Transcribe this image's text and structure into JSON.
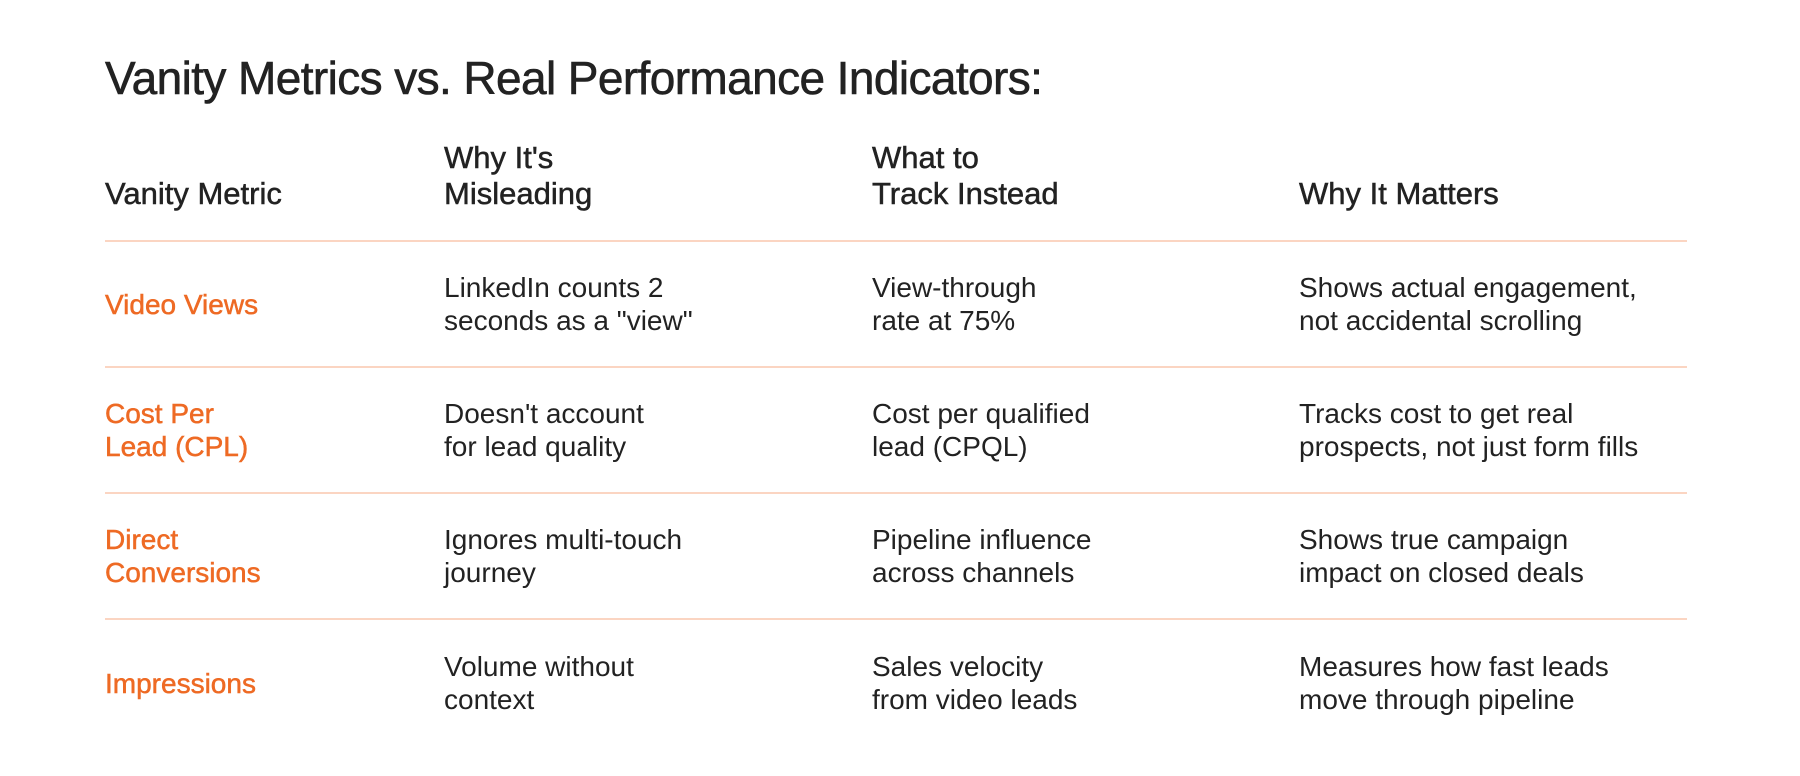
{
  "title": "Vanity Metrics vs. Real Performance Indicators:",
  "colors": {
    "accent": "#EE6A24",
    "text": "#222222",
    "divider": "#FBD5C2",
    "background": "#FFFFFF"
  },
  "table": {
    "headers": [
      "Vanity Metric",
      "Why It's\nMisleading",
      "What to\nTrack Instead",
      "Why It Matters"
    ],
    "rows": [
      {
        "metric": "Video Views",
        "why_misleading": "LinkedIn counts 2\nseconds as a \"view\"",
        "track_instead": "View-through\nrate at 75%",
        "why_matters": "Shows actual engagement,\nnot accidental scrolling"
      },
      {
        "metric": "Cost Per\nLead (CPL)",
        "why_misleading": "Doesn't account\nfor lead quality",
        "track_instead": "Cost per qualified\nlead (CPQL)",
        "why_matters": "Tracks cost to get real\nprospects, not just form fills"
      },
      {
        "metric": "Direct\nConversions",
        "why_misleading": "Ignores multi-touch\njourney",
        "track_instead": "Pipeline influence\nacross channels",
        "why_matters": "Shows true campaign\nimpact on closed deals"
      },
      {
        "metric": "Impressions",
        "why_misleading": "Volume without\ncontext",
        "track_instead": "Sales velocity\nfrom video leads",
        "why_matters": "Measures how fast leads\nmove through pipeline"
      }
    ]
  }
}
